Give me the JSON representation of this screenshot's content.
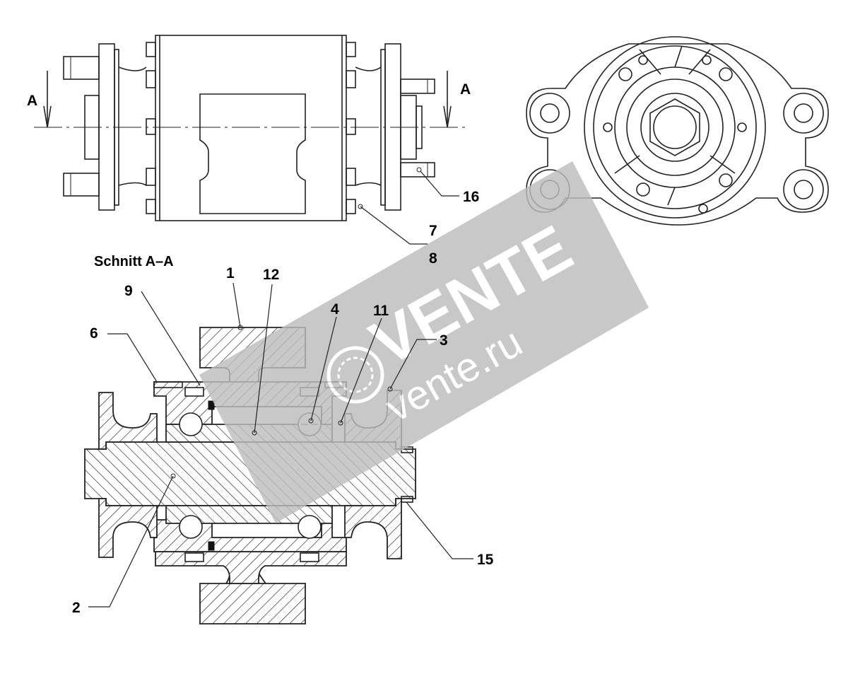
{
  "section_title": "Schnitt  A–A",
  "section_markers": {
    "left": "A",
    "right": "A"
  },
  "callouts": {
    "c1": "1",
    "c2": "2",
    "c3": "3",
    "c4": "4",
    "c6": "6",
    "c7": "7",
    "c8": "8",
    "c9": "9",
    "c11": "11",
    "c12": "12",
    "c15": "15",
    "c16": "16"
  },
  "watermark": {
    "brand": "VENTE",
    "url": "vente.ru"
  },
  "colors": {
    "line": "#222222",
    "background": "#ffffff",
    "watermark": "#bdbdbd"
  }
}
